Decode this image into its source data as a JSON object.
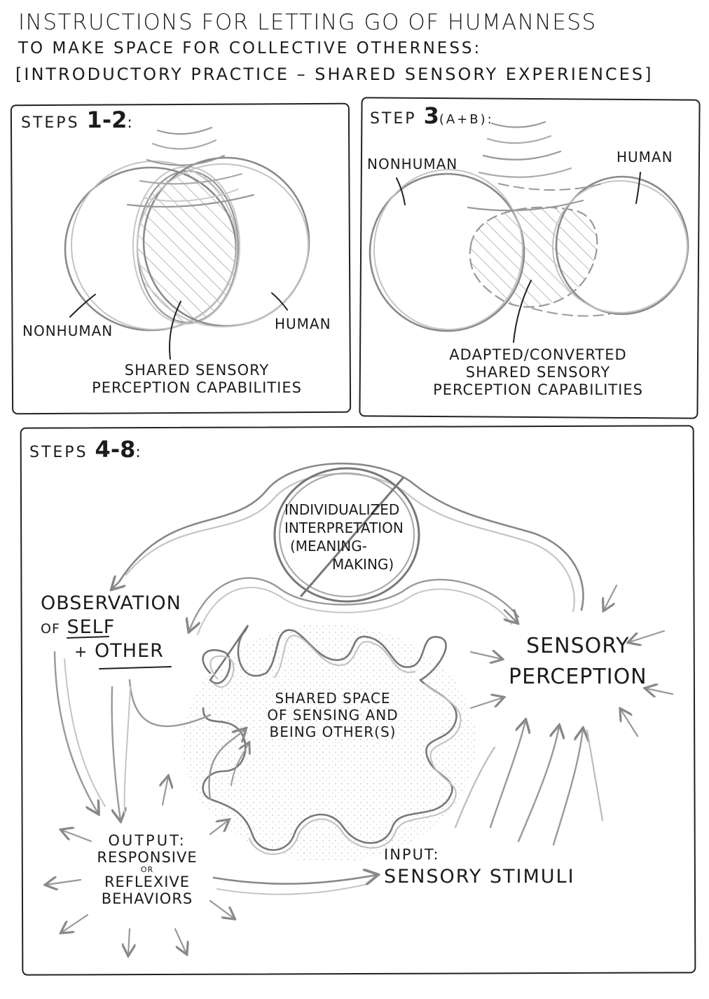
{
  "title": {
    "line1": "Instructions for letting go of humanness",
    "line2": "to make space for collective otherness:",
    "line3": "[introductory practice – shared sensory experiences]"
  },
  "panel1": {
    "step_label": "Steps",
    "step_num": "1-2",
    "step_suffix": ":",
    "nonhuman": "Nonhuman",
    "human": "Human",
    "shared_line1": "Shared sensory",
    "shared_line2": "perception capabilities"
  },
  "panel2": {
    "step_label": "Step",
    "step_num": "3",
    "step_suffix": "(A+B):",
    "nonhuman": "Nonhuman",
    "human": "Human",
    "adapted_line1": "Adapted/converted",
    "adapted_line2": "shared sensory",
    "adapted_line3": "perception capabilities"
  },
  "panel3": {
    "step_label": "Steps",
    "step_num": "4-8",
    "step_suffix": ":",
    "individualized_line1": "Individualized",
    "individualized_line2": "interpretation",
    "individualized_line3": "(meaning-",
    "individualized_line4": "making)",
    "observation_line1": "Observation",
    "observation_of": "of",
    "observation_self": "self",
    "observation_plus": "+",
    "observation_other": "other",
    "sensory_line1": "Sensory",
    "sensory_line2": "perception",
    "shared_line1": "Shared space",
    "shared_line2": "of sensing and",
    "shared_line3": "being other(s)",
    "output_line1": "Output:",
    "output_line2": "Responsive",
    "output_or": "or",
    "output_line3": "reflexive",
    "output_line4": "behaviors",
    "input_line1": "Input:",
    "input_line2": "Sensory stimuli"
  },
  "colors": {
    "ink": "#222222",
    "pencil": "#8a8a8a",
    "light": "#bdbdbd"
  }
}
